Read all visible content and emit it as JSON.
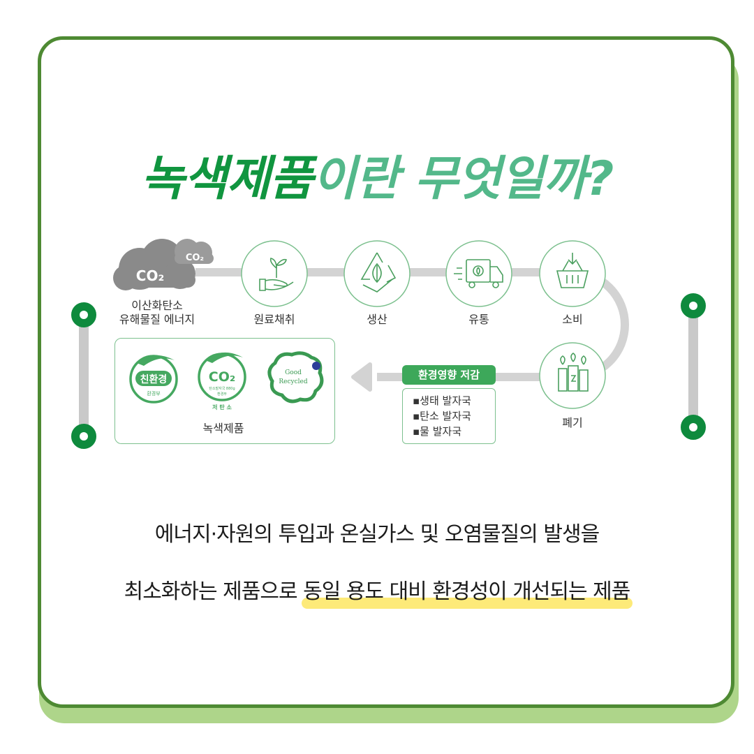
{
  "title": {
    "part1": "녹색제품",
    "part2": "이란 무엇일까?"
  },
  "flow": {
    "source_badge_small": "CO₂",
    "source_badge_large": "CO₂",
    "source_label": "이산화탄소\n유해물질 에너지",
    "steps": [
      {
        "label": "원료채취",
        "icon": "hand-sprout-icon"
      },
      {
        "label": "생산",
        "icon": "recycle-leaf-icon"
      },
      {
        "label": "유통",
        "icon": "delivery-truck-icon"
      },
      {
        "label": "소비",
        "icon": "shopping-basket-icon"
      },
      {
        "label": "폐기",
        "icon": "waste-bins-icon"
      }
    ],
    "impact_tag": "환경영향 저감",
    "impact_items": [
      "▪생태 발자국",
      "▪탄소 발자국",
      "▪물 발자국"
    ],
    "green_products": {
      "label": "녹색제품",
      "mark_eco": "친환경",
      "mark_eco_sub": "환경부",
      "mark_co2": "CO₂",
      "mark_co2_sub": "탄소발자국 880g",
      "mark_co2_sub2": "환경부",
      "mark_co2_bottom": "저 탄 소",
      "mark_recycled": "Good\nRecycled"
    }
  },
  "caption": {
    "line1": "에너지·자원의 투입과 온실가스 및 오염물질의 발생을",
    "line2_plain": "최소화하는 제품으로 ",
    "line2_highlight": "동일 용도 대비 환경성이 개선되는 제품"
  },
  "colors": {
    "border": "#4e8a33",
    "shadow": "#aed58a",
    "title_dark": "#10953f",
    "title_light": "#53b88a",
    "highlight": "#fde86a",
    "handle_dot": "#0e8a3d"
  }
}
